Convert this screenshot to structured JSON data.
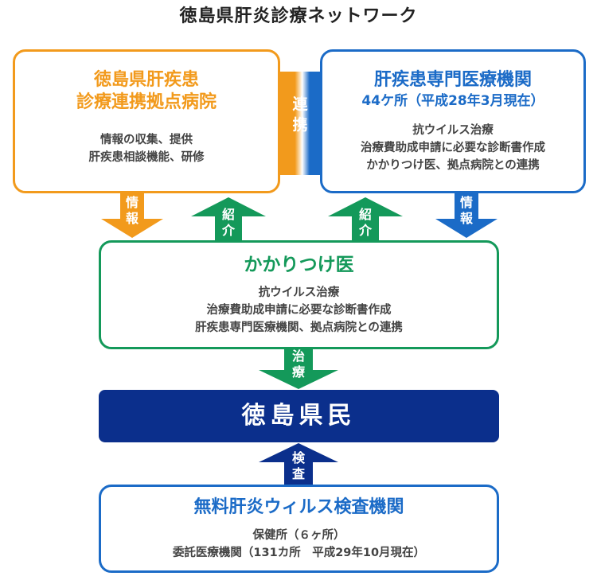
{
  "title": "徳島県肝炎診療ネットワーク",
  "hub": {
    "heading_line1": "徳島県肝疾患",
    "heading_line2": "診療連携拠点病院",
    "items": [
      "情報の収集、提供",
      "肝疾患相談機能、研修"
    ]
  },
  "specialist": {
    "heading": "肝疾患専門医療機関",
    "count": "44ケ所（平成28年3月現在）",
    "items": [
      "抗ウイルス治療",
      "治療費助成申請に必要な診断書作成",
      "かかりつけ医、拠点病院との連携"
    ]
  },
  "link": {
    "line1": "連",
    "line2": "携"
  },
  "arrows": {
    "info_left": [
      "情",
      "報"
    ],
    "intro_left": [
      "紹",
      "介"
    ],
    "intro_right": [
      "紹",
      "介"
    ],
    "info_right": [
      "情",
      "報"
    ],
    "treatment": [
      "治",
      "療"
    ],
    "exam": [
      "検",
      "査"
    ]
  },
  "gp": {
    "heading": "かかりつけ医",
    "items": [
      "抗ウイルス治療",
      "治療費助成申請に必要な診断書作成",
      "肝疾患専門医療機関、拠点病院との連携"
    ]
  },
  "residents": {
    "label": "徳島県民"
  },
  "screening": {
    "heading": "無料肝炎ウィルス検査機関",
    "items": [
      "保健所（６ヶ所）",
      "委託医療機関（131カ所　平成29年10月現在）"
    ]
  },
  "colors": {
    "orange": "#f29a1c",
    "blue": "#1b6bc7",
    "green": "#14995a",
    "navy": "#0b2f8c"
  }
}
